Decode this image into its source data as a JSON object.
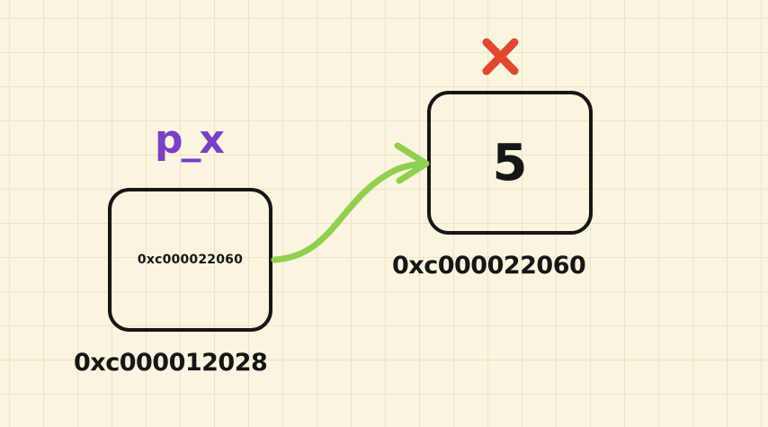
{
  "pointer": {
    "name": "p_x",
    "stored_value": "0xc000022060",
    "address": "0xc000012028"
  },
  "target": {
    "name_symbol": "x",
    "value": "5",
    "address": "0xc000022060"
  },
  "colors": {
    "pointer_name": "#7a3fc9",
    "target_name": "#e5462f",
    "arrow": "#8fd14f",
    "stroke": "#161616",
    "background": "#fbf4de"
  },
  "icons": {
    "target_name_mark": "cross-mark-icon",
    "arrow": "arrow-icon"
  }
}
